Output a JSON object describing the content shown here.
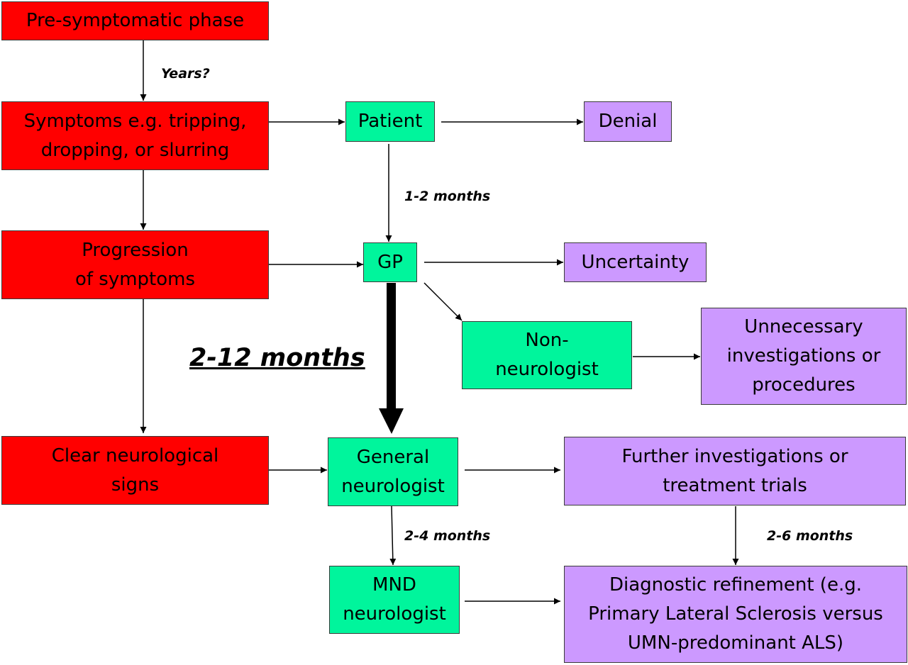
{
  "nodes": {
    "presymptomatic": "Pre-symptomatic phase",
    "symptoms": "Symptoms e.g. tripping,\ndropping, or slurring",
    "progression": "Progression\nof symptoms",
    "clear_signs": "Clear neurological\nsigns",
    "patient": "Patient",
    "gp": "GP",
    "general_neurologist": "General\nneurologist",
    "mnd_neurologist": "MND\nneurologist",
    "non_neurologist": "Non-\nneurologist",
    "denial": "Denial",
    "uncertainty": "Uncertainty",
    "unnecessary": "Unnecessary\ninvestigations or\nprocedures",
    "further": "Further investigations or\ntreatment trials",
    "diagnostic": "Diagnostic refinement (e.g.\nPrimary Lateral Sclerosis versus\nUMN-predominant ALS)"
  },
  "edge_labels": {
    "years": "Years?",
    "one_two_months": "1-2 months",
    "two_twelve_months": "2-12 months",
    "two_four_months": "2-4 months",
    "two_six_months": "2-6 months"
  },
  "colors": {
    "symptom_stage": "#ff0000",
    "clinician": "#00f59c",
    "outcome": "#cc99ff"
  }
}
